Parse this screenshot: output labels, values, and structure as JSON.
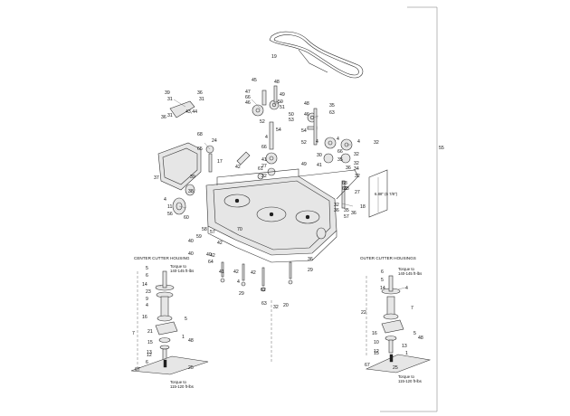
{
  "frame_label": "55",
  "belt_label": "19",
  "sections": {
    "center": {
      "title": "CENTER CUTTER HOUSING",
      "torque_top": "Torque to\n140-145 ft-lbs",
      "torque_bottom": "Torque to\n115-120 ft-lbs"
    },
    "outer": {
      "title": "OUTER CUTTER HOUSINGS",
      "torque_top": "Torque to\n140-145 ft-lbs",
      "torque_bottom": "Torque to\n115-120 ft-lbs"
    }
  },
  "dimension_note": "6.88\" (6 7/8\")",
  "callouts": [
    "39",
    "36",
    "31",
    "31",
    "36",
    "31",
    "43,44",
    "45",
    "48",
    "47",
    "66",
    "46",
    "49",
    "50",
    "51",
    "50",
    "52",
    "53",
    "54",
    "48",
    "46",
    "35",
    "63",
    "54",
    "52",
    "4",
    "4",
    "4",
    "32",
    "66",
    "41",
    "27",
    "32",
    "49",
    "30",
    "4",
    "66",
    "32",
    "32",
    "41",
    "35",
    "36",
    "34",
    "32",
    "27",
    "68",
    "24",
    "65",
    "17",
    "42",
    "61",
    "39",
    "37",
    "4",
    "38",
    "11",
    "56",
    "60",
    "58",
    "59",
    "57",
    "32",
    "36",
    "35",
    "57",
    "33",
    "18",
    "68",
    "69",
    "36",
    "70",
    "40",
    "42",
    "40",
    "42",
    "64",
    "40",
    "41",
    "42",
    "4",
    "36",
    "29",
    "29",
    "42",
    "62",
    "63",
    "20",
    "32",
    "5",
    "6",
    "14",
    "23",
    "9",
    "4",
    "16",
    "7",
    "21",
    "15",
    "13",
    "12",
    "6",
    "25",
    "67",
    "48",
    "1",
    "5",
    "6",
    "5",
    "14",
    "4",
    "22",
    "10",
    "16",
    "13",
    "15",
    "12",
    "7",
    "67",
    "1",
    "5",
    "25",
    "48"
  ]
}
